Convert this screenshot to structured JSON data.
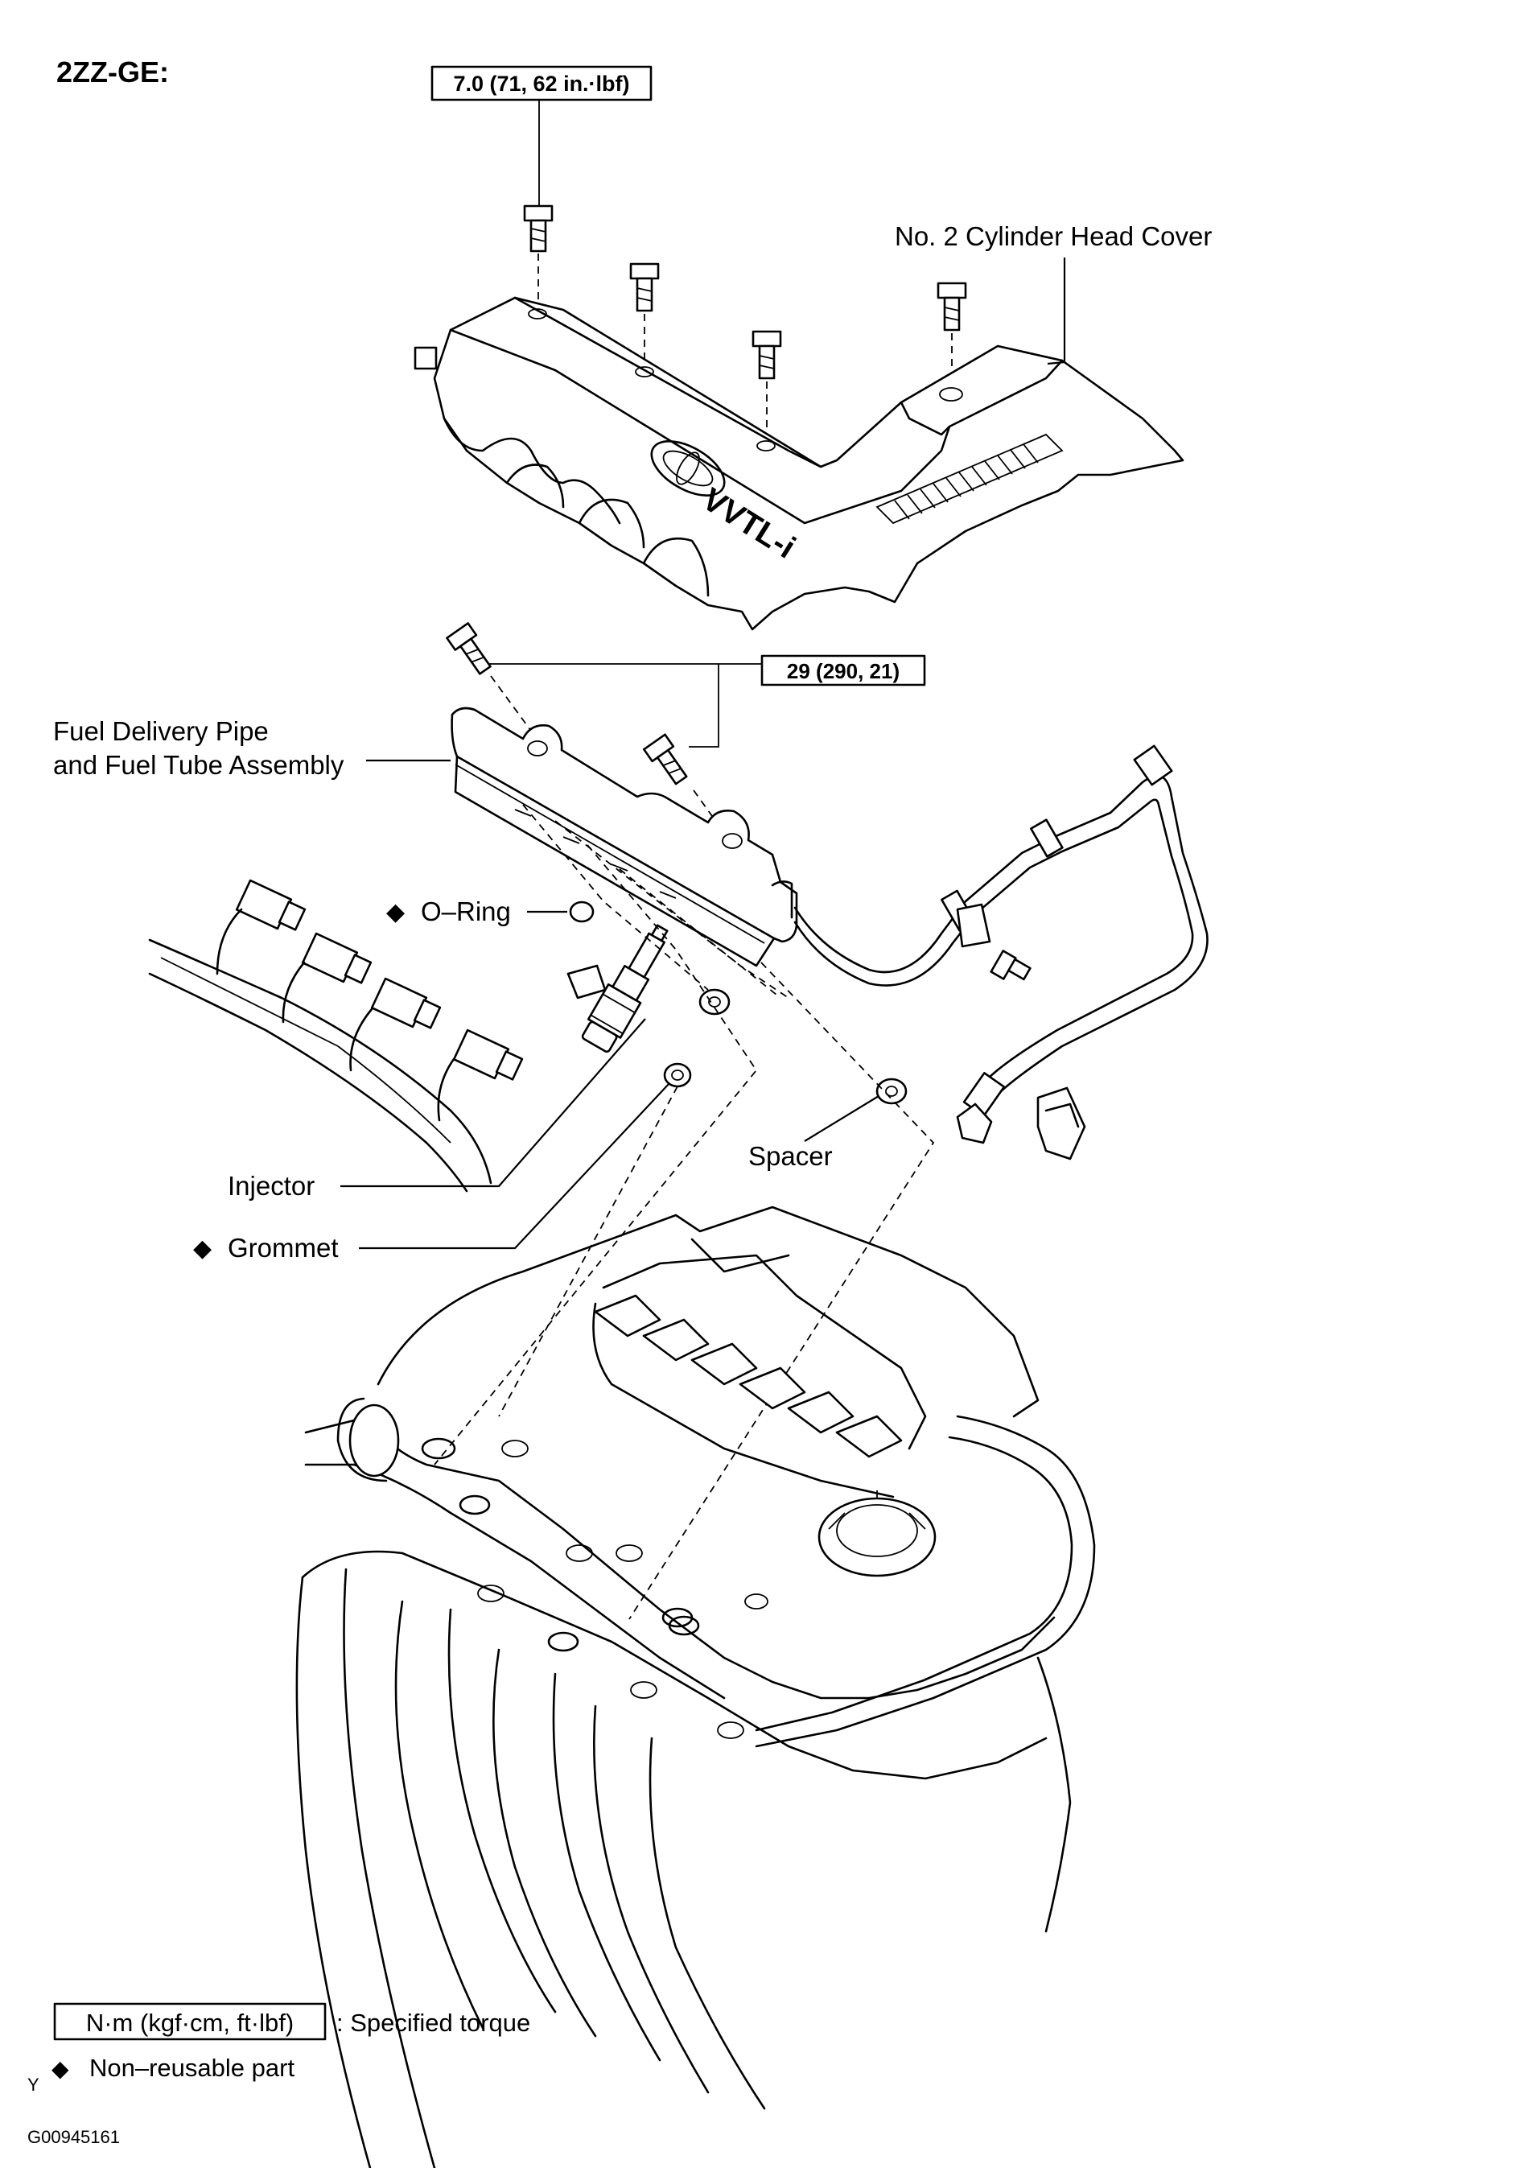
{
  "engine_code": "2ZZ-GE:",
  "torque_cover": "7.0 (71, 62 in.·lbf)",
  "torque_pipe": "29 (290, 21)",
  "labels": {
    "cylinder_head_cover": "No. 2 Cylinder Head Cover",
    "fuel_pipe_line1": "Fuel Delivery Pipe",
    "fuel_pipe_line2": "and Fuel Tube Assembly",
    "o_ring": "O–Ring",
    "injector": "Injector",
    "grommet": "Grommet",
    "spacer": "Spacer"
  },
  "diamond_symbol": "◆",
  "cover_emblem": "VVTL-i",
  "legend": {
    "torque_unit": "N·m (kgf·cm, ft·lbf)",
    "torque_desc": ": Specified torque",
    "nonreusable_desc": "Non–reusable part"
  },
  "corner_mark": "Y",
  "figure_id": "G00945161"
}
